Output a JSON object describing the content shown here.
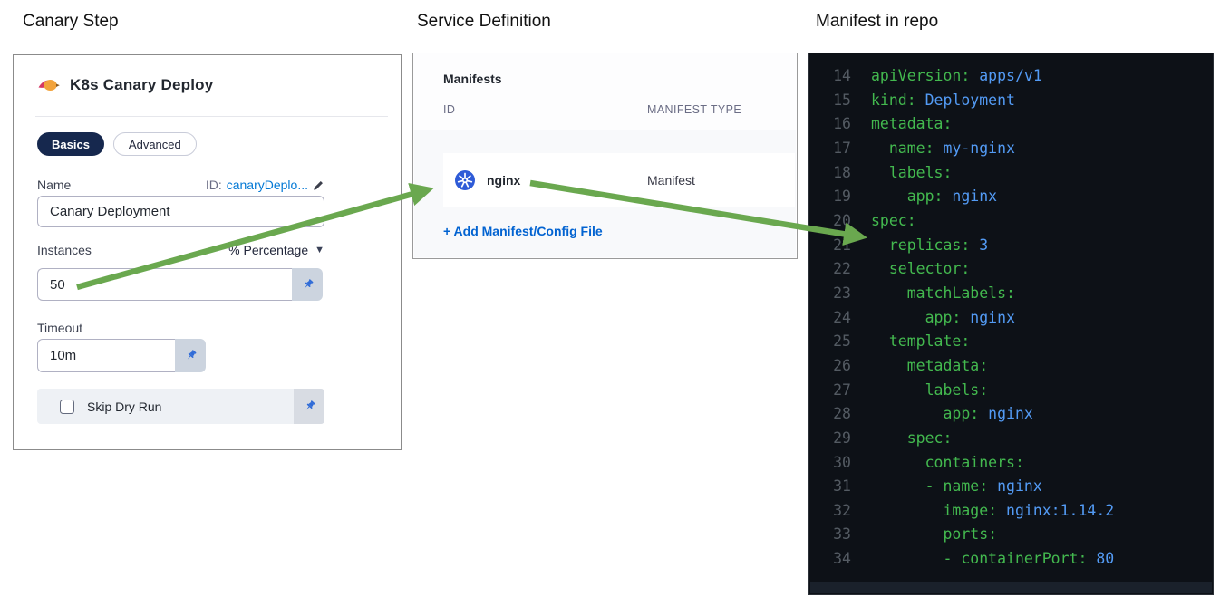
{
  "titles": {
    "canary": "Canary Step",
    "service": "Service Definition",
    "manifest": "Manifest in repo"
  },
  "canary_panel": {
    "header": "K8s Canary Deploy",
    "tabs": {
      "basics": "Basics",
      "advanced": "Advanced"
    },
    "name_label": "Name",
    "id_label": "ID:",
    "id_value": "canaryDeplo...",
    "name_value": "Canary Deployment",
    "instances_label": "Instances",
    "instances_unit": "% Percentage",
    "instances_value": "50",
    "timeout_label": "Timeout",
    "timeout_value": "10m",
    "skip_dry_run_label": "Skip Dry Run",
    "skip_dry_run_checked": false
  },
  "service_panel": {
    "header": "Manifests",
    "col_id": "ID",
    "col_type": "MANIFEST TYPE",
    "row": {
      "id": "nginx",
      "type": "Manifest"
    },
    "add_link": "+ Add Manifest/Config File"
  },
  "code_panel": {
    "lines": [
      {
        "n": "14",
        "pre": "",
        "key": "apiVersion:",
        "val": " apps/v1"
      },
      {
        "n": "15",
        "pre": "",
        "key": "kind:",
        "val": " Deployment"
      },
      {
        "n": "16",
        "pre": "",
        "key": "metadata:",
        "val": ""
      },
      {
        "n": "17",
        "pre": "  ",
        "key": "name:",
        "val": " my-nginx"
      },
      {
        "n": "18",
        "pre": "  ",
        "key": "labels:",
        "val": ""
      },
      {
        "n": "19",
        "pre": "    ",
        "key": "app:",
        "val": " nginx"
      },
      {
        "n": "20",
        "pre": "",
        "key": "spec:",
        "val": ""
      },
      {
        "n": "21",
        "pre": "  ",
        "key": "replicas:",
        "val": " 3"
      },
      {
        "n": "22",
        "pre": "  ",
        "key": "selector:",
        "val": ""
      },
      {
        "n": "23",
        "pre": "    ",
        "key": "matchLabels:",
        "val": ""
      },
      {
        "n": "24",
        "pre": "      ",
        "key": "app:",
        "val": " nginx"
      },
      {
        "n": "25",
        "pre": "  ",
        "key": "template:",
        "val": ""
      },
      {
        "n": "26",
        "pre": "    ",
        "key": "metadata:",
        "val": ""
      },
      {
        "n": "27",
        "pre": "      ",
        "key": "labels:",
        "val": ""
      },
      {
        "n": "28",
        "pre": "        ",
        "key": "app:",
        "val": " nginx"
      },
      {
        "n": "29",
        "pre": "    ",
        "key": "spec:",
        "val": ""
      },
      {
        "n": "30",
        "pre": "      ",
        "key": "containers:",
        "val": ""
      },
      {
        "n": "31",
        "pre": "      ",
        "key": "- name:",
        "val": " nginx"
      },
      {
        "n": "32",
        "pre": "        ",
        "key": "image:",
        "val": " nginx:1.14.2"
      },
      {
        "n": "33",
        "pre": "        ",
        "key": "ports:",
        "val": ""
      },
      {
        "n": "34",
        "pre": "        ",
        "key": "- containerPort:",
        "val": " 80"
      }
    ]
  },
  "colors": {
    "arrow_green": "#6aa84f",
    "tab_active_navy": "#16284e",
    "link_blue": "#0278d5",
    "add_link_blue": "#0263d1",
    "k8s_blue": "#2e5bd7",
    "pin_blue": "#2f6bd7",
    "code_bg": "#0d1117",
    "code_key_green": "#43b94f",
    "code_value_blue": "#539bf5",
    "code_line_number_gray": "#545b63"
  }
}
